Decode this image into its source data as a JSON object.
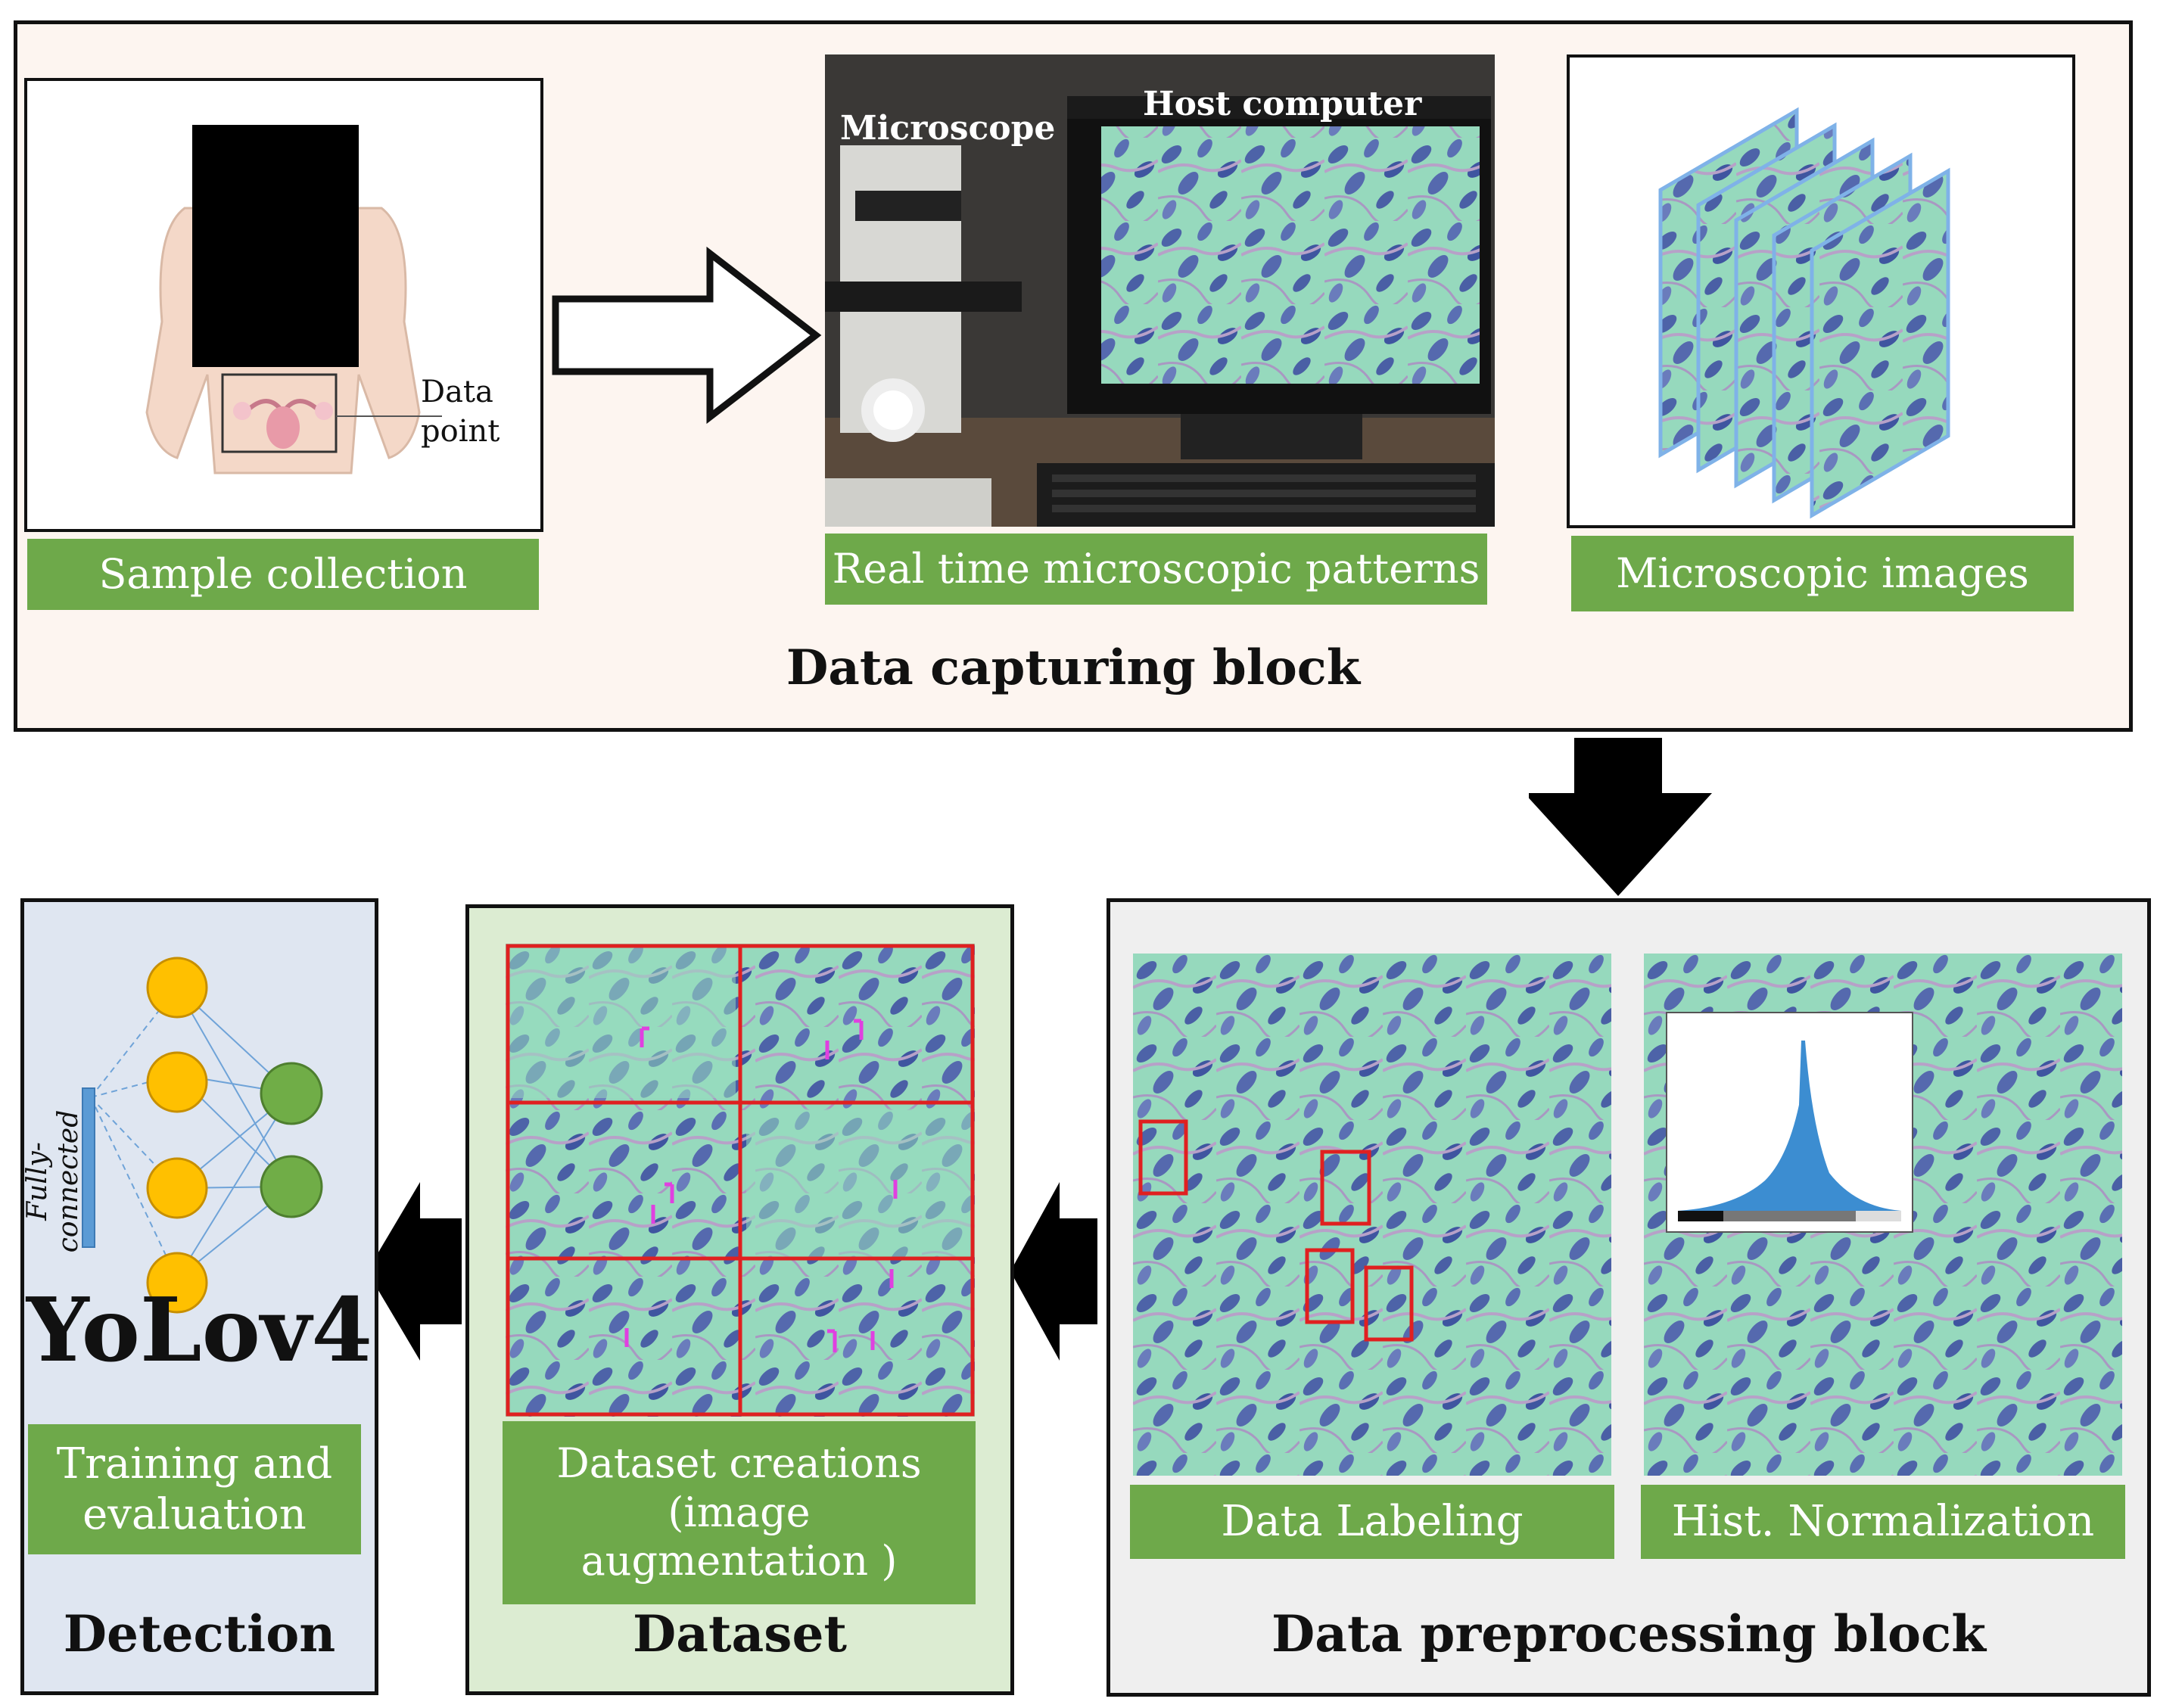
{
  "capture_block": {
    "title": "Data capturing block",
    "sample_collection": {
      "label": "Sample collection",
      "callout": "Data point"
    },
    "microscope_panel": {
      "label": "Real time microscopic patterns",
      "microscope_text": "Microscope",
      "computer_text": "Host computer"
    },
    "images_panel": {
      "label": "Microscopic images"
    }
  },
  "preprocess_block": {
    "title": "Data preprocessing block",
    "labeling": {
      "label": "Data Labeling"
    },
    "normalization": {
      "label": "Hist. Normalization"
    }
  },
  "dataset_block": {
    "title": "Dataset",
    "label_lines": [
      "Dataset creations",
      "(image",
      "augmentation )"
    ]
  },
  "detection_block": {
    "title": "Detection",
    "network_label": "Fully-connected",
    "model_name": "YoLov4",
    "label_lines": [
      "Training and",
      "evaluation"
    ]
  },
  "colors": {
    "green_label": "#6ea94a",
    "capture_bg": "#fdf5f0",
    "preprocess_bg": "#efefef",
    "dataset_bg": "#dcecd2",
    "detection_bg": "#dfe6f1",
    "neuron_yellow": "#ffc000",
    "neuron_green": "#70ad47",
    "tissue": "#8fd3b8",
    "label_box": "#e02020"
  }
}
